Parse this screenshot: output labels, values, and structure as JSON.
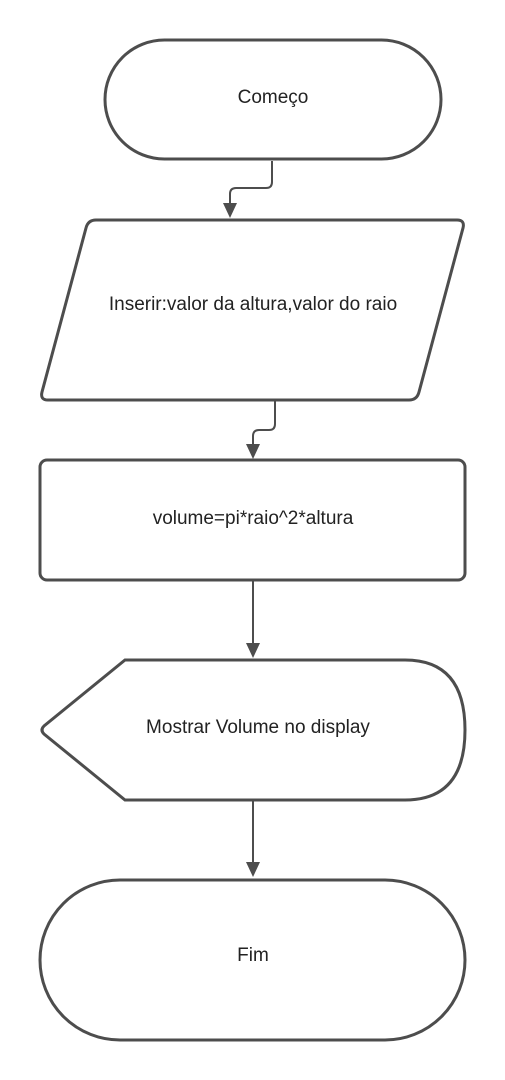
{
  "flowchart": {
    "nodes": [
      {
        "id": "start",
        "shape": "terminator",
        "label": "Começo"
      },
      {
        "id": "input",
        "shape": "parallelogram",
        "label": "Inserir:valor da altura,valor do raio"
      },
      {
        "id": "process",
        "shape": "process",
        "label": "volume=pi*raio^2*altura"
      },
      {
        "id": "display",
        "shape": "display",
        "label": "Mostrar Volume no display"
      },
      {
        "id": "end",
        "shape": "terminator",
        "label": "Fim"
      }
    ],
    "edges": [
      {
        "from": "start",
        "to": "input"
      },
      {
        "from": "input",
        "to": "process"
      },
      {
        "from": "process",
        "to": "display"
      },
      {
        "from": "display",
        "to": "end"
      }
    ]
  },
  "colors": {
    "stroke": "#4d4d4d",
    "fill": "#ffffff",
    "text": "#222222"
  }
}
